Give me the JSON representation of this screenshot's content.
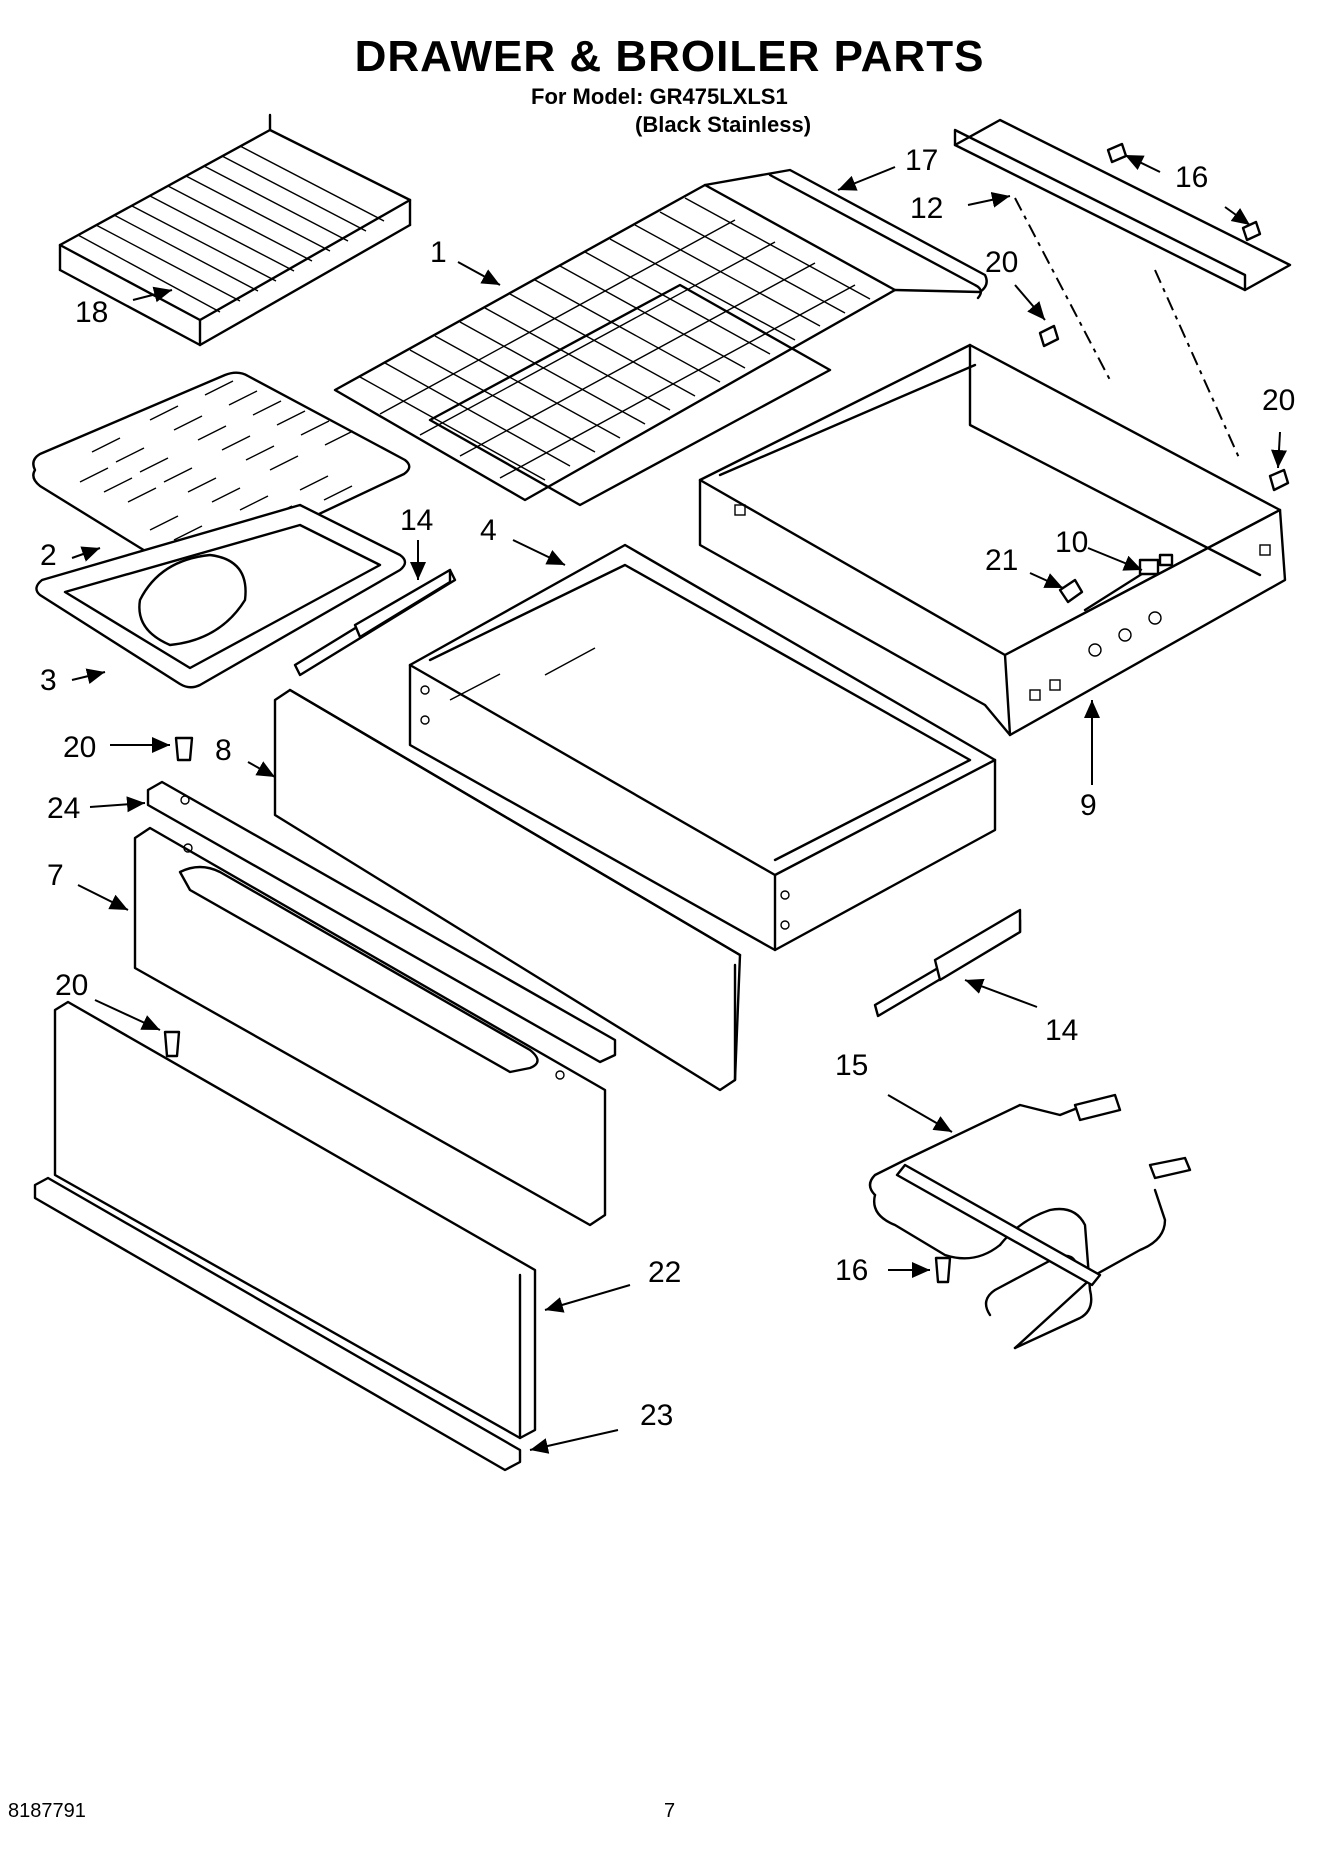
{
  "header": {
    "title": "DRAWER & BROILER PARTS",
    "model_line": "For Model: GR475LXLS1",
    "variant": "(Black Stainless)"
  },
  "footer": {
    "doc_number": "8187791",
    "page_number": "7"
  },
  "callouts": {
    "c1": "1",
    "c2": "2",
    "c3": "3",
    "c4": "4",
    "c7": "7",
    "c8": "8",
    "c9": "9",
    "c10": "10",
    "c12": "12",
    "c14a": "14",
    "c14b": "14",
    "c15": "15",
    "c16a": "16",
    "c16b": "16",
    "c17": "17",
    "c18": "18",
    "c20a": "20",
    "c20b": "20",
    "c20c": "20",
    "c20d": "20",
    "c21": "21",
    "c22": "22",
    "c23": "23",
    "c24": "24"
  }
}
